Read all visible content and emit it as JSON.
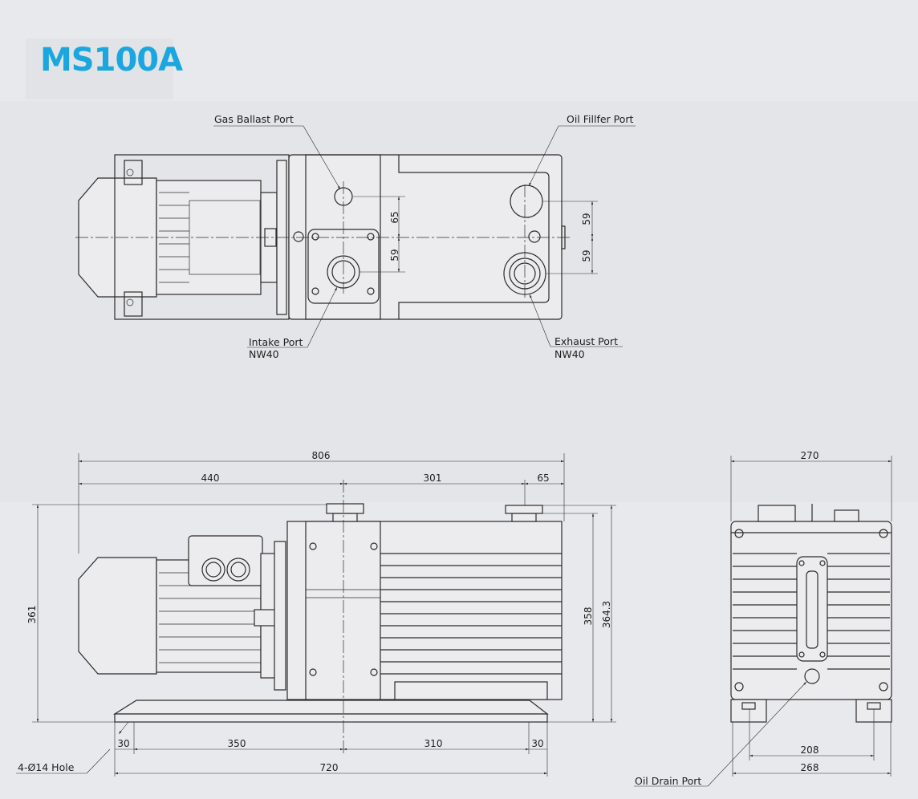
{
  "title": "MS100A",
  "labels": {
    "gas_ballast_port": "Gas Ballast Port",
    "oil_filler_port": "Oil Fillfer Port",
    "intake_port": "Intake Port",
    "intake_size": "NW40",
    "exhaust_port": "Exhaust Port",
    "exhaust_size": "NW40",
    "hole": "4-Ø14 Hole",
    "oil_drain_port": "Oil Drain Port"
  },
  "top_view_dims": {
    "gas_offset": "65",
    "intake_offset": "59",
    "oil_offset": "59",
    "exhaust_offset": "59"
  },
  "side_view_dims": {
    "overall_length": "806",
    "left_len": "440",
    "right_len": "301",
    "end_len": "65",
    "height_left": "361",
    "height_right_a": "358",
    "height_right_b": "364.3",
    "foot_left": "30",
    "mid_left": "350",
    "mid_right": "310",
    "foot_right": "30",
    "base_length": "720"
  },
  "end_view_dims": {
    "width_top": "270",
    "foot_inner": "208",
    "foot_outer": "268"
  },
  "colors": {
    "title": "#1aa7e0",
    "background": "#e8e9ec",
    "line": "#2b2b2b"
  }
}
